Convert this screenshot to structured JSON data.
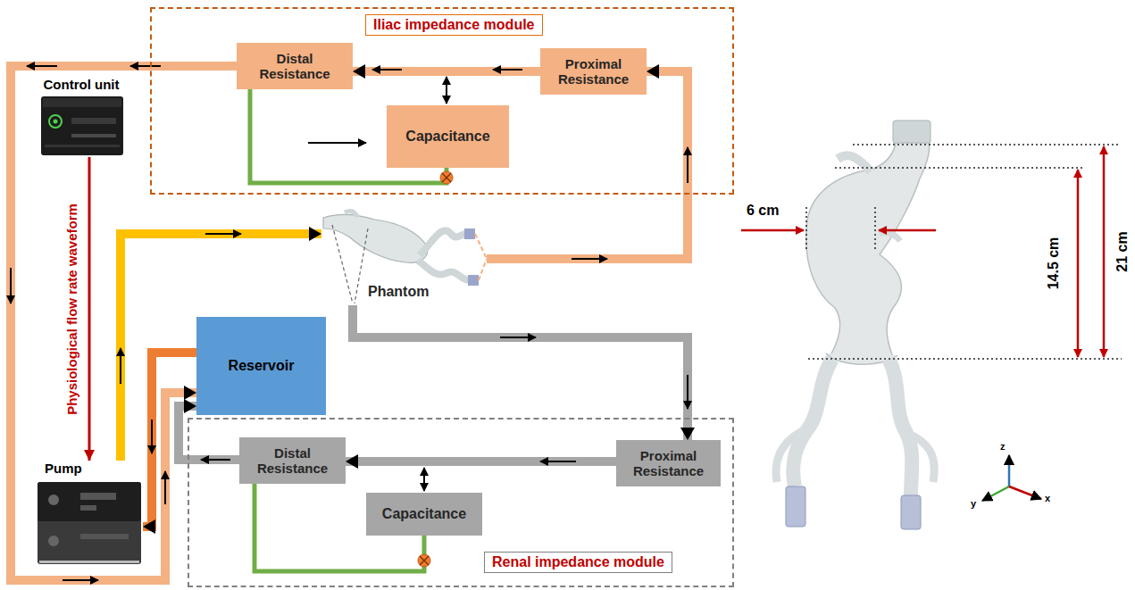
{
  "diagram": {
    "nodes": [
      {
        "text": [
          "Iliac impedance module"
        ]
      },
      {
        "text": [
          "Distal Resistance"
        ],
        "in": 0
      },
      {
        "text": [
          "Proximal Resistance"
        ],
        "in": 0
      },
      {
        "text": [
          "Capacitance"
        ],
        "in": 0
      },
      {
        "text": [
          "Control unit"
        ]
      },
      {
        "text": [
          "Phantom"
        ]
      },
      {
        "text": [
          "Reservoir"
        ]
      },
      {
        "text": [
          "Pump"
        ]
      },
      {
        "text": [
          "Renal impedance module"
        ]
      },
      {
        "text": [
          "Proximal Resistance"
        ],
        "in": 8
      },
      {
        "text": [
          "Distal Resistance"
        ],
        "in": 8
      },
      {
        "text": [
          "Capacitance"
        ],
        "in": 8
      }
    ],
    "edges": [
      {
        "from": 7,
        "to": 5,
        "arrow": "to"
      },
      {
        "from": 5,
        "to": 2,
        "arrow": "to"
      },
      {
        "from": 2,
        "to": 1,
        "arrow": "to"
      },
      {
        "from": 1,
        "to": 3,
        "arrow": "none"
      },
      {
        "from": 1,
        "to": 6,
        "arrow": "to"
      },
      {
        "from": 5,
        "to": 9,
        "arrow": "to"
      },
      {
        "from": 9,
        "to": 10,
        "arrow": "to"
      },
      {
        "from": 10,
        "to": 11,
        "arrow": "none"
      },
      {
        "from": 10,
        "to": 6,
        "arrow": "to"
      },
      {
        "from": 6,
        "to": 7,
        "arrow": "to"
      },
      {
        "from": 4,
        "to": 7,
        "arrow": "to",
        "label": "Physiological flow rate waveform"
      }
    ],
    "labels": [
      "6 cm",
      "14.5 cm",
      "21 cm",
      "z",
      "y",
      "x"
    ]
  }
}
